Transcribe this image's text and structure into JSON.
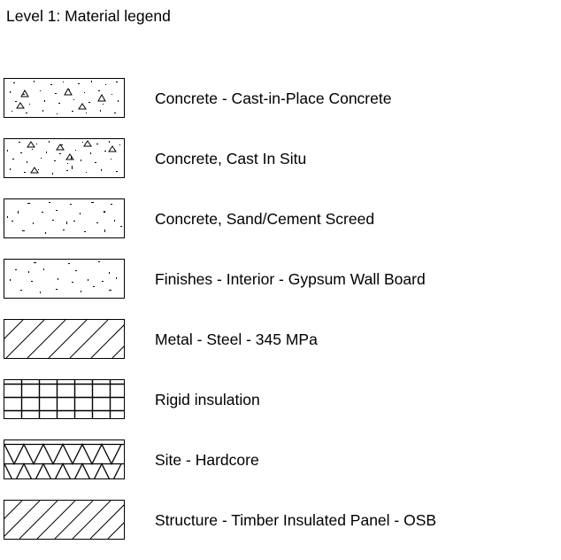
{
  "title": "Level 1: Material legend",
  "colors": {
    "background": "#ffffff",
    "ink": "#000000",
    "swatch_fill": "#ffffff",
    "swatch_border": "#000000"
  },
  "legend": {
    "rows": [
      {
        "label": "Concrete - Cast-in-Place Concrete",
        "pattern": "concrete-aggregate-stipple",
        "pattern_description": "White field with scattered fine dots, short dashes and small open triangles"
      },
      {
        "label": "Concrete, Cast In Situ",
        "pattern": "concrete-dense-stipple",
        "pattern_description": "White field with dense scattered dots, dashes and small open triangles"
      },
      {
        "label": "Concrete, Sand/Cement Screed",
        "pattern": "screed-fine-stipple",
        "pattern_description": "White field with fine scattered dots and short dashes, no triangles"
      },
      {
        "label": "Finishes - Interior - Gypsum Wall Board",
        "pattern": "gypsum-sparse-stipple",
        "pattern_description": "White field with sparse scattered fine dots and dashes"
      },
      {
        "label": "Metal - Steel - 345 MPa",
        "pattern": "diagonal-hatch-wide",
        "pattern_description": "45 degree diagonal hatch lines rising left to right, wide spacing"
      },
      {
        "label": "Rigid insulation",
        "pattern": "rectangular-grid",
        "pattern_description": "Rectangular grid of cells, seven columns by three rows"
      },
      {
        "label": "Site - Hardcore",
        "pattern": "triangular-lattice",
        "pattern_description": "Zigzag triangular lattice with horizontal banding lines"
      },
      {
        "label": "Structure - Timber Insulated Panel - OSB",
        "pattern": "diagonal-hatch-narrow",
        "pattern_description": "45 degree diagonal hatch lines rising left to right, narrow spacing"
      }
    ]
  }
}
